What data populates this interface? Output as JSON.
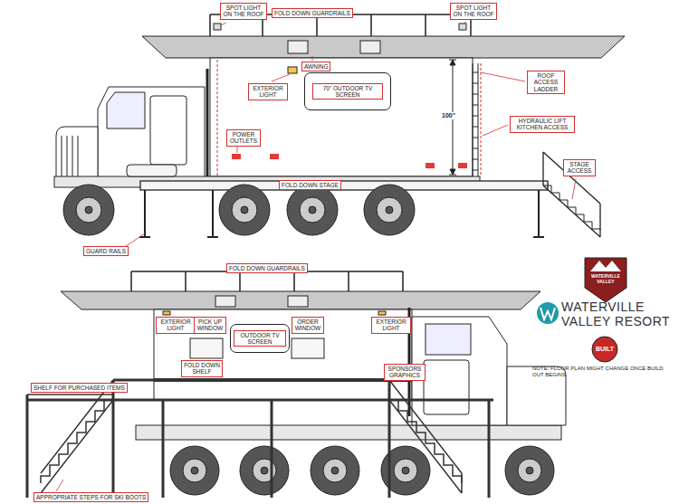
{
  "diagram": {
    "nodes": [
      {
        "text": [
          "SPOT LIGHT ON THE ROOF"
        ]
      },
      {
        "text": [
          "FOLD DOWN GUARDRAILS"
        ]
      },
      {
        "text": [
          "SPOT LIGHT ON THE ROOF"
        ]
      },
      {
        "text": [
          "AWNING"
        ]
      },
      {
        "text": [
          "EXTERIOR LIGHT"
        ]
      },
      {
        "text": [
          "70\" OUTDOOR TV SCREEN"
        ]
      },
      {
        "text": [
          "ROOF ACCESS LADDER"
        ]
      },
      {
        "text": [
          "HYDRAULIC LIFT KITCHEN ACCESS"
        ]
      },
      {
        "text": [
          "POWER OUTLETS"
        ]
      },
      {
        "text": [
          "STAGE ACCESS"
        ]
      },
      {
        "text": [
          "FOLD DOWN STAGE"
        ]
      },
      {
        "text": [
          "GUARD RAILS"
        ]
      },
      {
        "text": [
          "FOLD DOWN GUARDRAILS"
        ]
      },
      {
        "text": [
          "EXTERIOR LIGHT"
        ]
      },
      {
        "text": [
          "PICK UP WINDOW"
        ]
      },
      {
        "text": [
          "OUTDOOR TV SCREEN"
        ]
      },
      {
        "text": [
          "ORDER WINDOW"
        ]
      },
      {
        "text": [
          "EXTERIOR LIGHT"
        ]
      },
      {
        "text": [
          "FOLD DOWN SHELF"
        ]
      },
      {
        "text": [
          "SPONSORS GRAPHICS"
        ]
      },
      {
        "text": [
          "SHELF FOR PURCHASED ITEMS"
        ]
      },
      {
        "text": [
          "APPROPRIATE STEPS FOR SKI BOOTS"
        ]
      }
    ],
    "labels": [
      "100\"",
      "WATERVILLE VALLEY",
      "WATERVILLE VALLEY RESORT",
      "BUILT",
      "NOTE: FLOOR PLAN MIGHT CHANGE ONCE BUILD OUT BEGINS."
    ]
  }
}
